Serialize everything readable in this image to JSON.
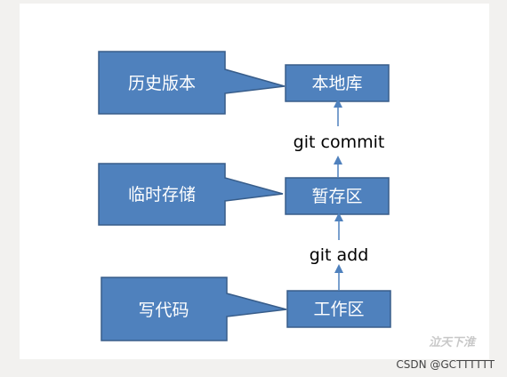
{
  "nodes": {
    "repository": "本地库",
    "staging": "暂存区",
    "workspace": "工作区"
  },
  "callouts": {
    "history": "历史版本",
    "temporary": "临时存储",
    "code": "写代码"
  },
  "edges": {
    "commit": "git commit",
    "add": "git add"
  },
  "watermark": {
    "source": "CSDN @GCTTTTTT",
    "faint": "泣天下淮"
  },
  "colors": {
    "box_fill": "#4f81bd",
    "box_stroke": "#385d8a",
    "arrow": "#4f81bd"
  }
}
